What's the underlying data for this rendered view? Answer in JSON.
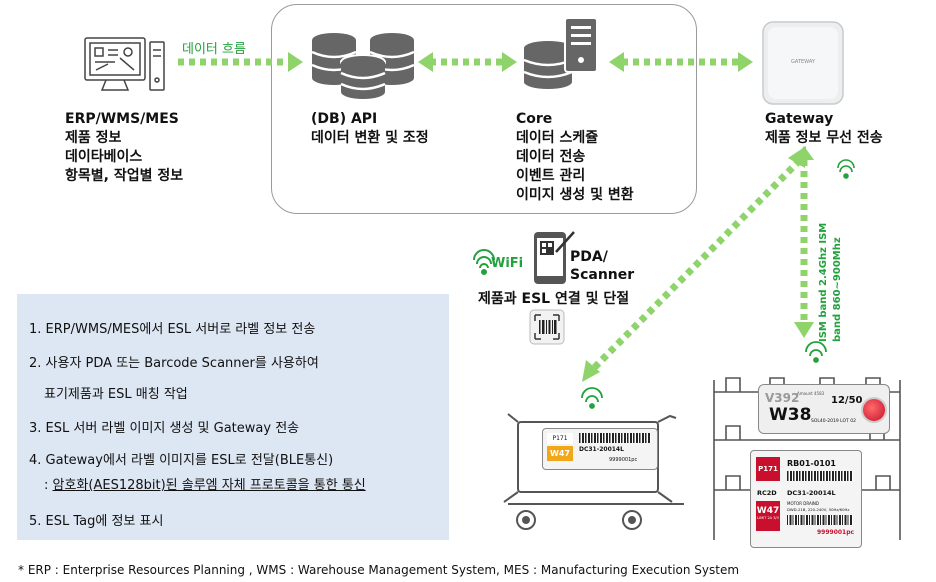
{
  "flow_label": "데이터 흐름",
  "erp": {
    "lines": [
      "ERP/WMS/MES",
      "제품 정보",
      "데이타베이스",
      "항목별, 작업별 정보"
    ]
  },
  "api": {
    "lines": [
      "(DB) API",
      "데이터 변환 및 조정"
    ]
  },
  "core": {
    "lines": [
      "Core",
      "데이터 스케쥴",
      "데이터 전송",
      "이벤트 관리",
      "이미지 생성 및 변환"
    ]
  },
  "gateway": {
    "lines": [
      "Gateway",
      "제품 정보 무선 전송"
    ],
    "device_text": "GATEWAY"
  },
  "pda": {
    "wifi_label": "WiFi",
    "title_lines": [
      "PDA/",
      "Scanner"
    ],
    "caption": "제품과 ESL 연결 및 단절"
  },
  "ism": {
    "line1": "ISM band 2.4Ghz",
    "line2": "ISM band 860~900Mhz"
  },
  "steps": [
    {
      "text": "1. ERP/WMS/MES에서 ESL 서버로 라벨 정보 전송"
    },
    {
      "text": "2. 사용자 PDA 또는 Barcode Scanner를 사용하여"
    },
    {
      "text": "표기제품과 ESL 매칭 작업"
    },
    {
      "text": "3. ESL 서버 라벨 이미지 생성 및 Gateway 전송"
    },
    {
      "text": "4. Gateway에서 라벨 이미지를 ESL로 전달(BLE통신)"
    },
    {
      "text_prefix": ": ",
      "text_underlined": "암호화(AES128bit)된 솔루엠 자체 프로토콜을 통한 통신"
    },
    {
      "text": "5. ESL Tag에 정보 표시"
    }
  ],
  "cart_tag": {
    "loc": "P171",
    "code": "W47",
    "product": "DC31-20014L",
    "qty": "9999001pc"
  },
  "shelf_tag_small": {
    "code": "W38",
    "v": "V392",
    "count": "12",
    "total": "50",
    "sub": "SOL40-2019 LOT 02",
    "top": "Amount 4583"
  },
  "shelf_tag_large": {
    "loc": "P171",
    "rack": "RB01-0101",
    "rc": "RC2D",
    "product": "DC31-20014L",
    "code": "W47",
    "desc1": "MOTOR DRAIND",
    "desc2": "DWD-21B, 220-240V, 50Hz/60Hz",
    "sub": "LIMIT 2A 3/3",
    "qty": "9999001pc"
  },
  "footnote": "* ERP : Enterprise Resources Planning ,    WMS : Warehouse Management System,    MES : Manufacturing Execution System",
  "colors": {
    "arrow_green": "#8fd36b",
    "text_green": "#22a23c",
    "db_gray": "#666666",
    "tag_red": "#c8102e",
    "tag_yellow": "#f2a71b",
    "info_bg": "#dde6f3"
  }
}
